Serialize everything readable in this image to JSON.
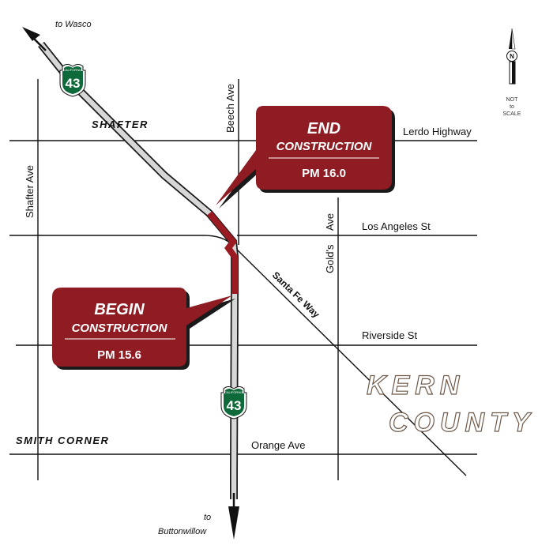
{
  "map": {
    "destinations": {
      "north": "to Wasco",
      "south_line1": "to",
      "south_line2": "Buttonwillow"
    },
    "towns": {
      "shafter": "SHAFTER",
      "smith_corner": "SMITH CORNER"
    },
    "streets": {
      "beech_ave": "Beech Ave",
      "lerdo_highway": "Lerdo Highway",
      "shafter_ave": "Shafter Ave",
      "golds_ave_part1": "Gold's",
      "golds_ave_part2": "Ave",
      "los_angeles_st": "Los Angeles St",
      "santa_fe_way": "Santa Fe Way",
      "riverside_st": "Riverside St",
      "orange_ave": "Orange Ave"
    },
    "county": {
      "line1": "KERN",
      "line2": "COUNTY"
    },
    "highway_shields": [
      {
        "top": "CALIFORNIA",
        "number": "43"
      },
      {
        "top": "CALIFORNIA",
        "number": "43"
      }
    ],
    "callouts": {
      "end": {
        "title": "END",
        "subtitle": "CONSTRUCTION",
        "postmile": "PM 16.0"
      },
      "begin": {
        "title": "BEGIN",
        "subtitle": "CONSTRUCTION",
        "postmile": "PM 15.6"
      }
    },
    "north_arrow": {
      "letter": "N",
      "note_line1": "NOT",
      "note_line2": "to",
      "note_line3": "SCALE"
    },
    "colors": {
      "callout_fill": "#8e1c22",
      "construction_segment": "#9b1b22",
      "shield_green": "#0e6a3a",
      "road_line": "#111111",
      "county_outline": "#6e5a4a"
    }
  }
}
